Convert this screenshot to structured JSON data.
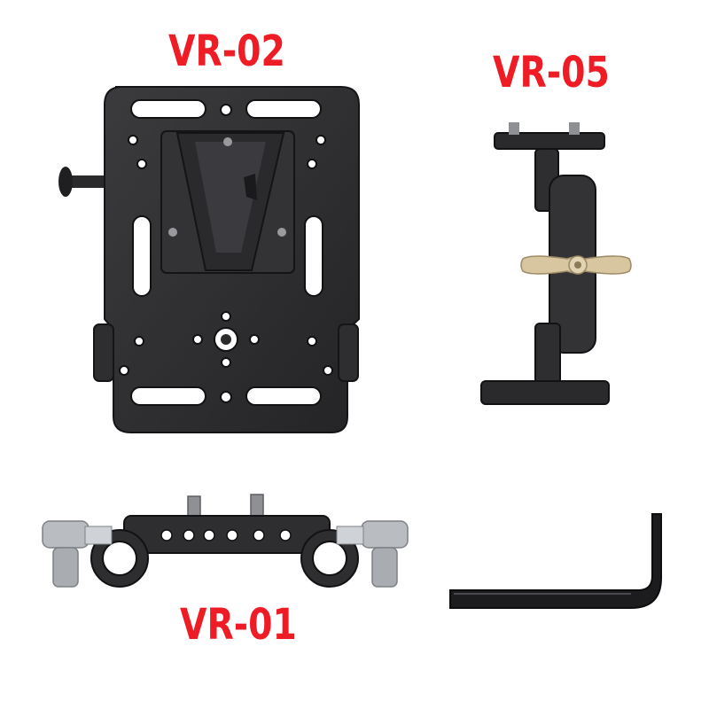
{
  "labels": {
    "vr02": "VR-02",
    "vr05": "VR-05",
    "vr01": "VR-01"
  },
  "colors": {
    "label_red": "#ee1c24",
    "metal_dark": "#2b2b2d",
    "metal_mid": "#3a3a3d",
    "metal_edge": "#1a1a1c",
    "brass": "#d8c6a0",
    "silver": "#b9bcc0",
    "background": "#ffffff"
  },
  "items": [
    {
      "name": "VR-02",
      "depicts": "v-mount-battery-plate"
    },
    {
      "name": "VR-05",
      "depicts": "articulating-mount-bracket"
    },
    {
      "name": "VR-01",
      "depicts": "15mm-rod-clamp"
    },
    {
      "name": "",
      "depicts": "hex-allen-key"
    }
  ]
}
